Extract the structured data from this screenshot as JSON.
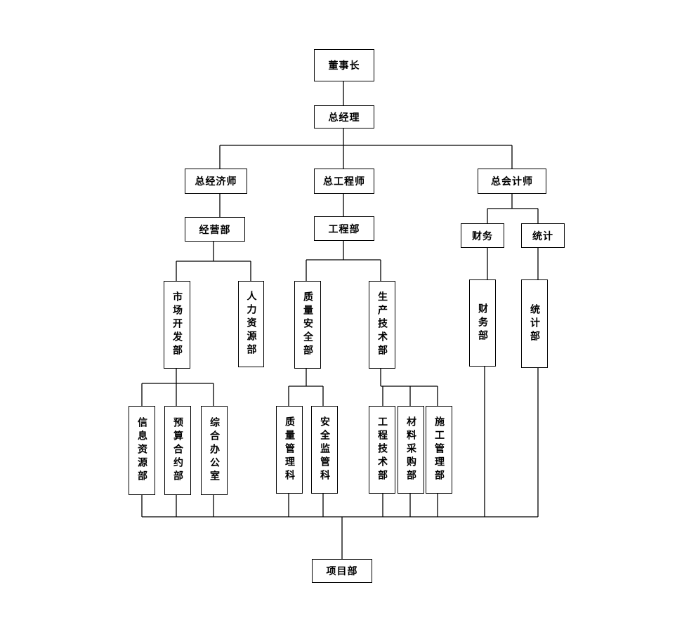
{
  "org": {
    "chairman": "董事长",
    "general_manager": "总经理",
    "chief_economist": "总经济师",
    "chief_engineer": "总工程师",
    "chief_accountant": "总会计师",
    "business_dept": "经营部",
    "engineering_dept": "工程部",
    "finance": "财务",
    "statistics": "统计",
    "market_dev_dept": "市场开发部",
    "hr_dept": "人力资源部",
    "quality_safety_dept": "质量安全部",
    "production_tech_dept": "生产技术部",
    "finance_dept": "财务部",
    "statistics_dept": "统计部",
    "info_resource_dept": "信息资源部",
    "budget_contract_dept": "预算合约部",
    "general_office": "综合办公室",
    "quality_mgmt_section": "质量管理科",
    "safety_supervision_section": "安全监管科",
    "eng_tech_dept": "工程技术部",
    "material_procurement_dept": "材料采购部",
    "construction_mgmt_dept": "施工管理部",
    "project_dept": "项目部"
  }
}
